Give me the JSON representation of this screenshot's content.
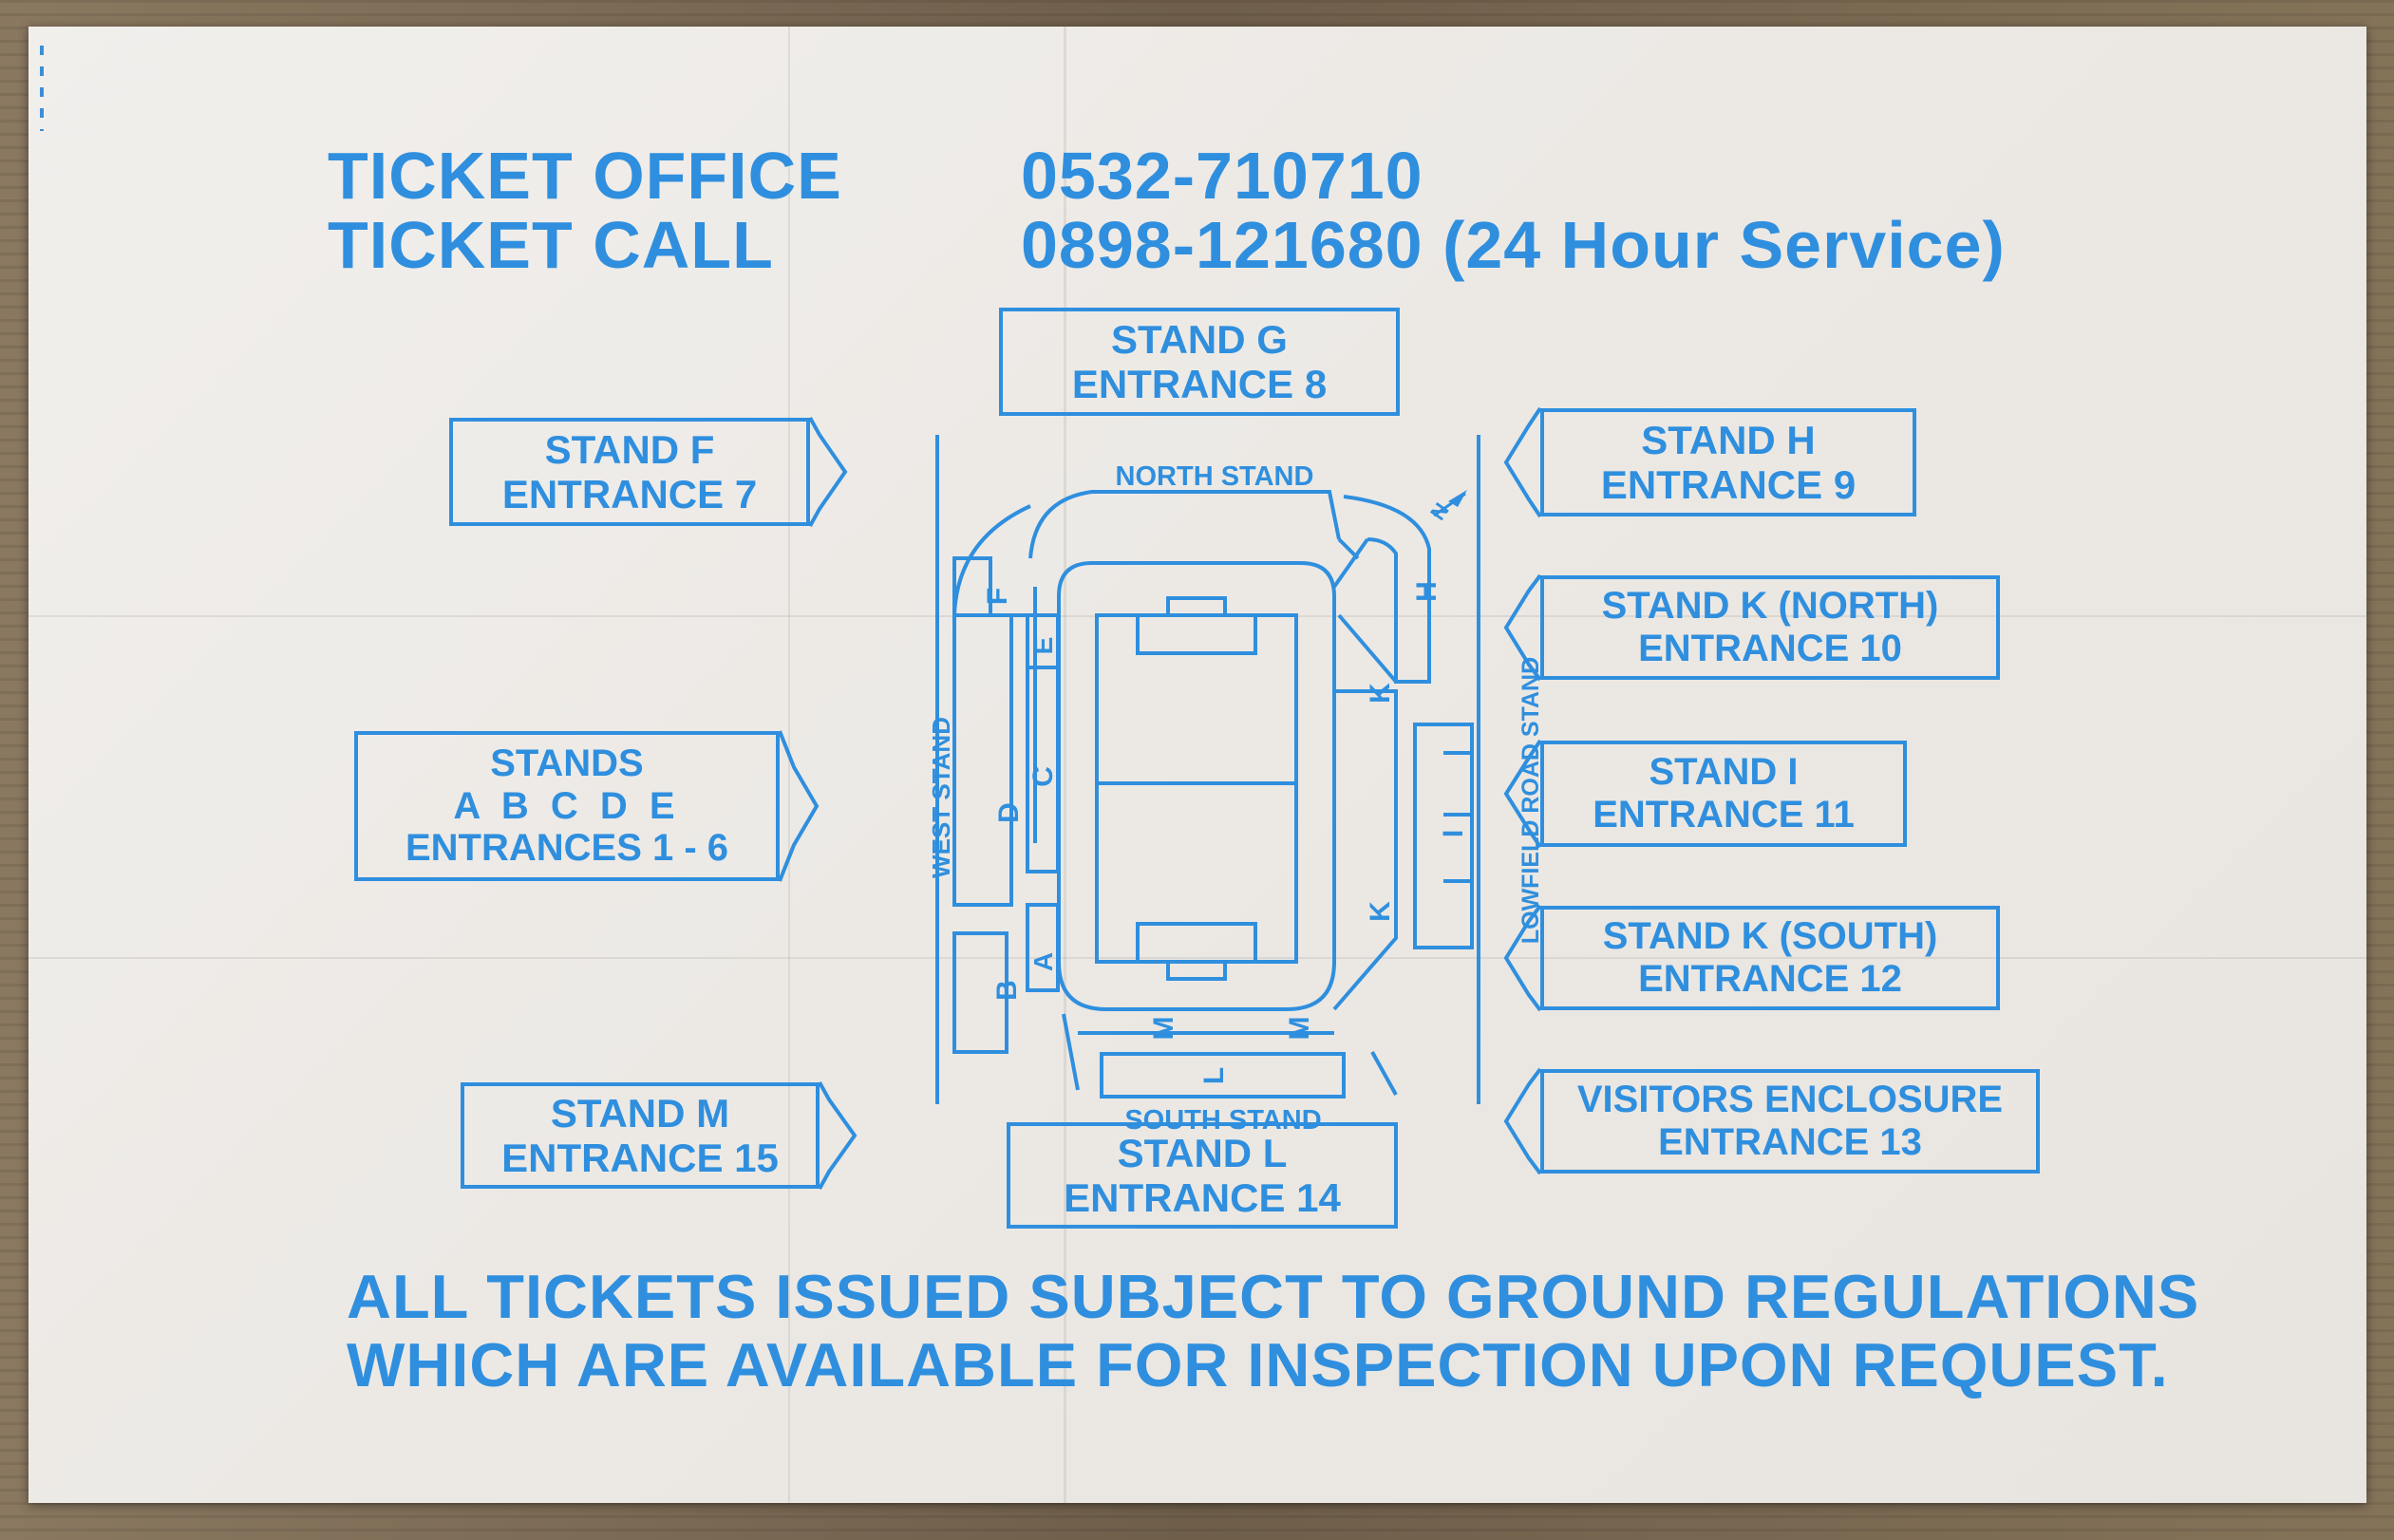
{
  "contacts": [
    {
      "label": "TICKET OFFICE",
      "number": "0532-710710"
    },
    {
      "label": "TICKET CALL",
      "number": "0898-121680 (24 Hour Service)"
    }
  ],
  "entrances": {
    "stand_g": [
      "STAND G",
      "ENTRANCE 8"
    ],
    "stand_f": [
      "STAND F",
      "ENTRANCE 7"
    ],
    "stand_h": [
      "STAND H",
      "ENTRANCE 9"
    ],
    "stand_k_north": [
      "STAND K (NORTH)",
      "ENTRANCE 10"
    ],
    "stands_abcde": [
      "STANDS",
      "A B C D E",
      "ENTRANCES 1 - 6"
    ],
    "stand_i": [
      "STAND I",
      "ENTRANCE 11"
    ],
    "stand_k_south": [
      "STAND K (SOUTH)",
      "ENTRANCE 12"
    ],
    "stand_m": [
      "STAND M",
      "ENTRANCE 15"
    ],
    "stand_l": [
      "STAND L",
      "ENTRANCE 14"
    ],
    "visitors": [
      "VISITORS ENCLOSURE",
      "ENTRANCE 13"
    ]
  },
  "map": {
    "north_stand": "NORTH STAND",
    "south_stand": "SOUTH STAND",
    "west_stand": "WEST STAND",
    "lowfield_road_stand": "LOWFIELD ROAD STAND",
    "compass": "N",
    "sections": {
      "f": "F",
      "e": "E",
      "c": "C",
      "d": "D",
      "a": "A",
      "b": "B",
      "h": "H",
      "k1": "K",
      "i": "I",
      "k2": "K",
      "m1": "M",
      "m2": "M",
      "l": "L"
    }
  },
  "footer": [
    "ALL TICKETS ISSUED SUBJECT TO GROUND REGULATIONS",
    "WHICH ARE AVAILABLE FOR INSPECTION UPON REQUEST."
  ],
  "colors": {
    "ink": "#2f8fde",
    "paper": "#eeebe7"
  }
}
